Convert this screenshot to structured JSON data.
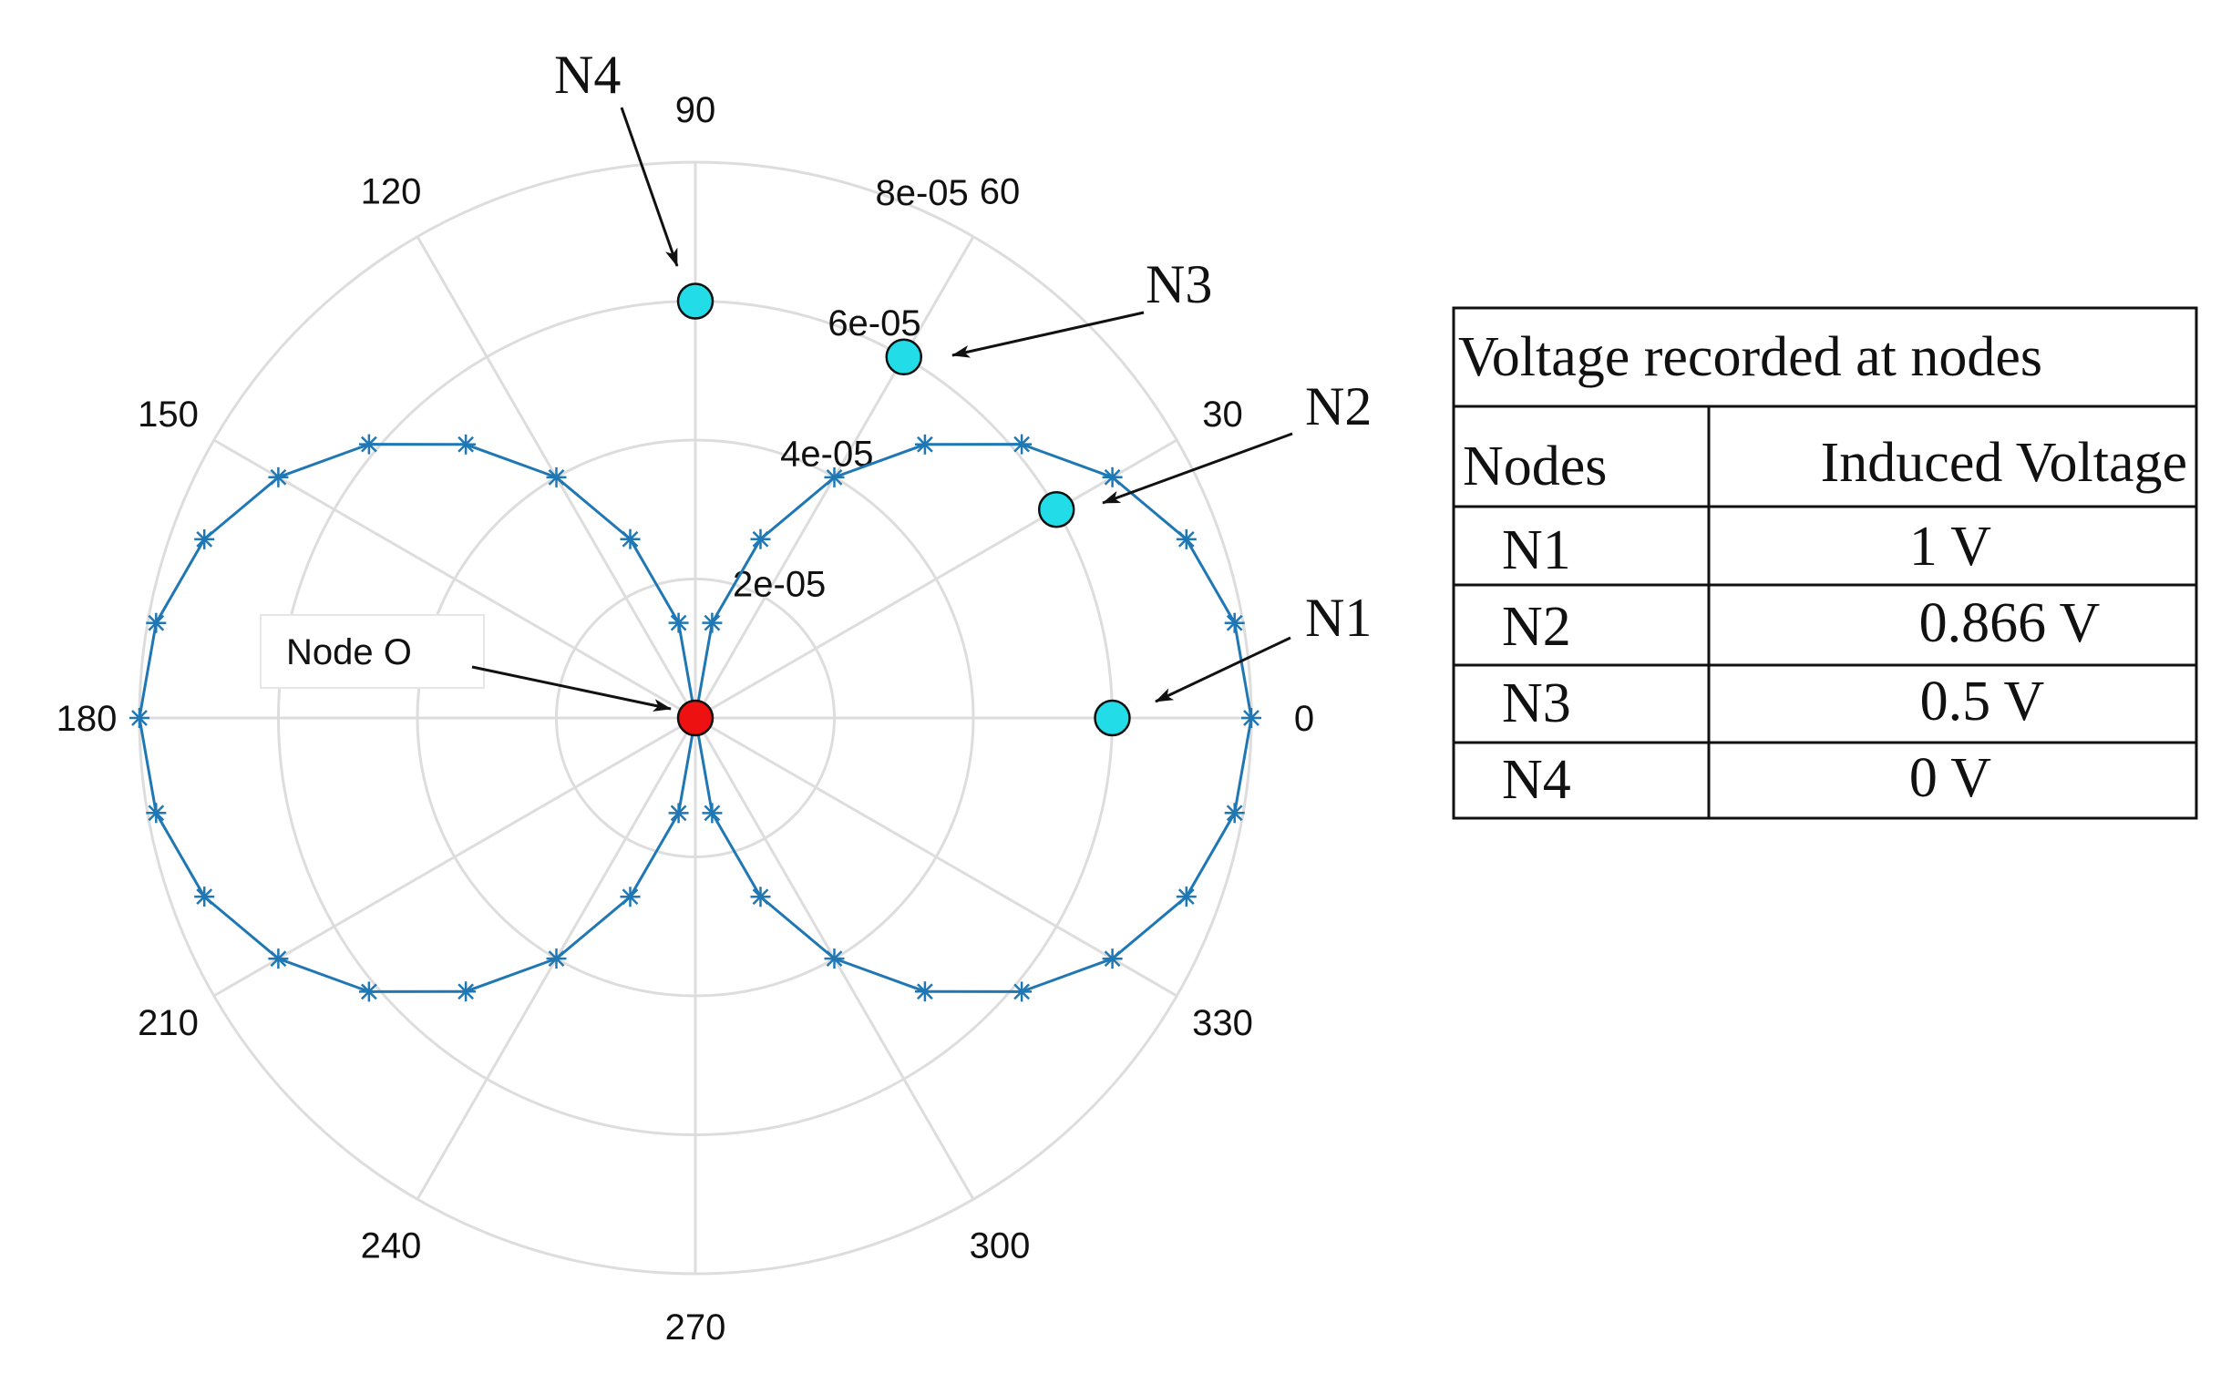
{
  "chart_data": {
    "type": "polar-line",
    "angular_ticks": [
      "0",
      "30",
      "60",
      "90",
      "120",
      "150",
      "180",
      "210",
      "240",
      "270",
      "300",
      "330"
    ],
    "radial_ticks": [
      {
        "value": 2e-05,
        "label": "2e-05"
      },
      {
        "value": 4e-05,
        "label": "4e-05"
      },
      {
        "value": 6e-05,
        "label": "6e-05"
      },
      {
        "value": 8e-05,
        "label": "8e-05"
      }
    ],
    "rlim": [
      0,
      8e-05
    ],
    "grid": true,
    "series": [
      {
        "marker": "asterisk",
        "color": "#1f77b4",
        "formula": "r = 8e-05 * |cos(theta)|",
        "theta_deg": [
          0,
          10,
          20,
          30,
          40,
          50,
          60,
          70,
          80,
          90,
          100,
          110,
          120,
          130,
          140,
          150,
          160,
          170,
          180,
          190,
          200,
          210,
          220,
          230,
          240,
          250,
          260,
          270,
          280,
          290,
          300,
          310,
          320,
          330,
          340,
          350,
          360
        ],
        "r": [
          8e-05,
          7.88e-05,
          7.52e-05,
          6.93e-05,
          6.13e-05,
          5.14e-05,
          4e-05,
          2.74e-05,
          1.39e-05,
          0.0,
          1.39e-05,
          2.74e-05,
          4e-05,
          5.14e-05,
          6.13e-05,
          6.93e-05,
          7.52e-05,
          7.88e-05,
          8e-05,
          7.88e-05,
          7.52e-05,
          6.93e-05,
          6.13e-05,
          5.14e-05,
          4e-05,
          2.74e-05,
          1.39e-05,
          0.0,
          1.39e-05,
          2.74e-05,
          4e-05,
          5.14e-05,
          6.13e-05,
          6.93e-05,
          7.52e-05,
          7.88e-05,
          8e-05
        ]
      }
    ],
    "nodes": [
      {
        "name": "N1",
        "theta": 0,
        "r": 6e-05,
        "color": "#22dde8"
      },
      {
        "name": "N2",
        "theta": 30,
        "r": 6e-05,
        "color": "#22dde8"
      },
      {
        "name": "N3",
        "theta": 60,
        "r": 6e-05,
        "color": "#22dde8"
      },
      {
        "name": "N4",
        "theta": 90,
        "r": 6e-05,
        "color": "#22dde8"
      }
    ],
    "origin_node": {
      "label": "Node O",
      "color": "#ee1111"
    },
    "table": {
      "title": "Voltage recorded at nodes",
      "headers": [
        "Nodes",
        "Induced Voltage"
      ],
      "rows": [
        [
          "N1",
          "1 V"
        ],
        [
          "N2",
          "0.866 V"
        ],
        [
          "N3",
          "0.5 V"
        ],
        [
          "N4",
          "0 V"
        ]
      ]
    }
  }
}
